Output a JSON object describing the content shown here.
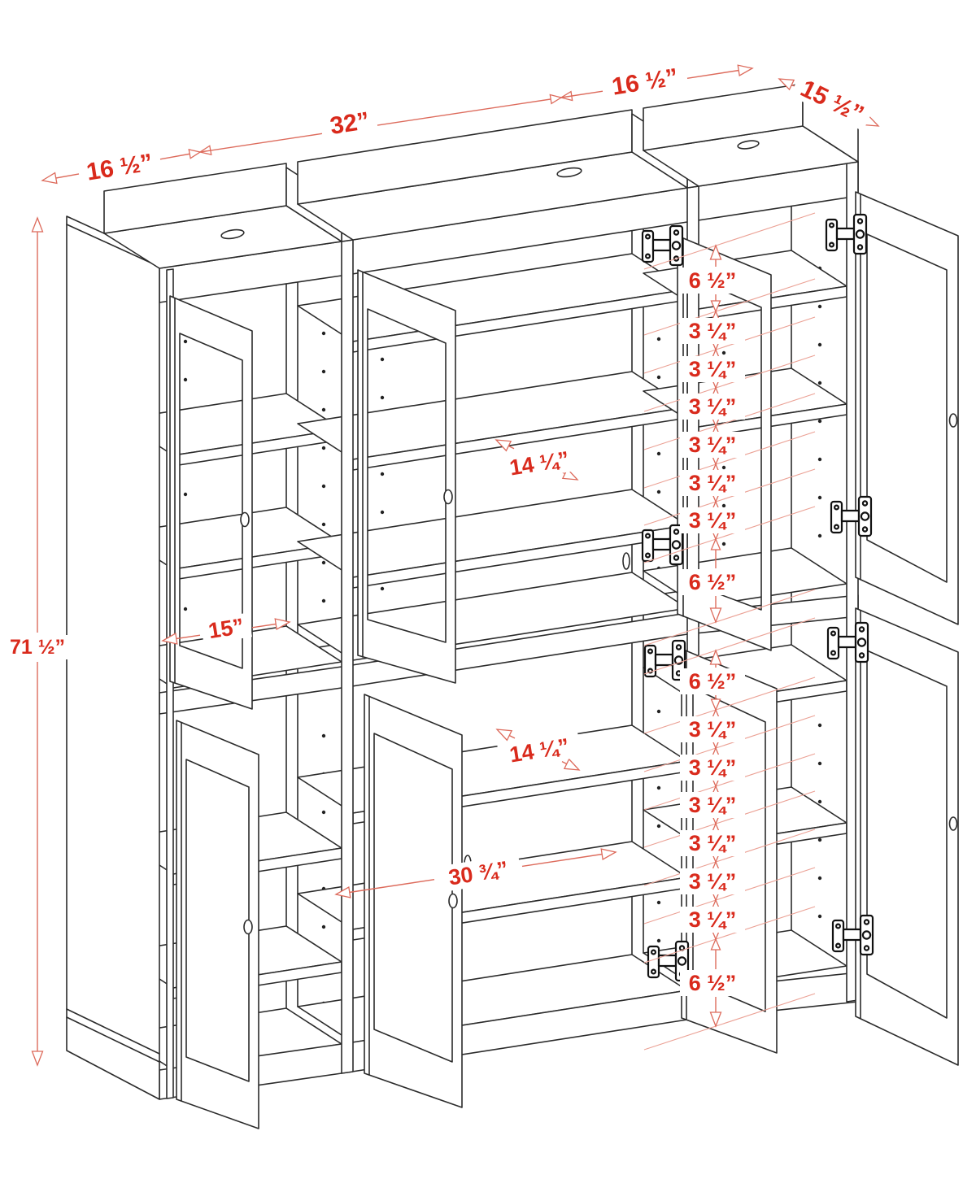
{
  "diagram": {
    "type": "technical-drawing",
    "subject": "pantry-cabinet-dimension-diagram",
    "colors": {
      "line": "#2b2b2b",
      "dim_line": "#dd6b5c",
      "dim_leader": "#eba195",
      "dim_text": "#d92a1c"
    },
    "dimensions": {
      "top_left_width": "16 ½”",
      "center_width": "32”",
      "top_right_width": "16 ½”",
      "side_depth": "15 ½”",
      "total_height": "71 ½”",
      "left_shelf_depth": "15”",
      "upper_shelf_depth": "14 ¼”",
      "lower_shelf_depth": "14 ¼”",
      "lower_interior_width": "30 ¾”",
      "chain_upper": [
        "6 ½”",
        "3 ¼”",
        "3 ¼”",
        "3 ¼”",
        "3 ¼”",
        "3 ¼”",
        "3 ¼”",
        "6 ½”"
      ],
      "chain_lower": [
        "6 ½”",
        "3 ¼”",
        "3 ¼”",
        "3 ¼”",
        "3 ¼”",
        "3 ¼”",
        "3 ¼”",
        "6 ½”"
      ]
    }
  }
}
